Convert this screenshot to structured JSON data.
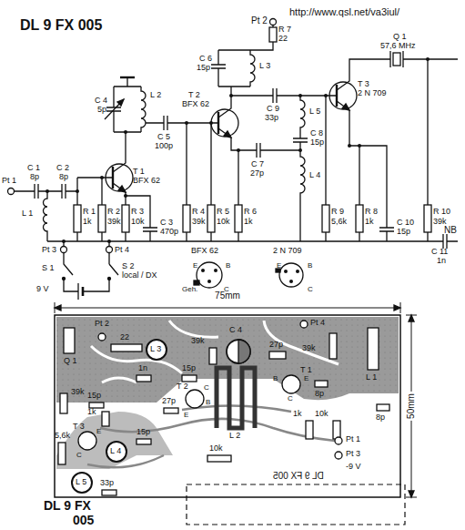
{
  "diagram": {
    "title": "DL 9 FX 005",
    "labels": [
      "http://www.qsl.net/va3iul/",
      "Pt 2",
      "R 7",
      "22",
      "L 3",
      "C 6",
      "15p",
      "C 4",
      "5p",
      "L 2",
      "T 2",
      "BFX 62",
      "C 5",
      "100p",
      "C 9",
      "33p",
      "L 5",
      "T 3",
      "2 N 709",
      "Q 1",
      "57,6 MHz",
      "Pt 1",
      "C 1",
      "8p",
      "C 2",
      "8p",
      "T 1",
      "BFX 62",
      "C 8",
      "15p",
      "L 4",
      "C 7",
      "27p",
      "R 1",
      "1k",
      "R 2",
      "39k",
      "C 3",
      "470p",
      "R 3",
      "10k",
      "R 4",
      "39k",
      "R 5",
      "10k",
      "R 6",
      "1k",
      "C 10",
      "15p",
      "R 8",
      "1k",
      "R 9",
      "5,6k",
      "R 10",
      "39k",
      "C 11",
      "1n",
      "NB",
      "L 1",
      "Pt 3",
      "Pt 4",
      "S 1",
      "S 2",
      "local / DX",
      "9 V",
      "BFX 62",
      "E",
      "B",
      "Geh.",
      "C",
      "2 N 709",
      "E",
      "B",
      "C",
      "75mm",
      "50mm",
      "Pt 2",
      "22",
      "L 3",
      "39k",
      "C 4",
      "27p",
      "Pt 4",
      "39k",
      "L 1",
      "Q 1",
      "1n",
      "15p",
      "T 1",
      "B",
      "C",
      "E",
      "8p",
      "8p",
      "39k",
      "15p",
      "27p",
      "T 2",
      "C",
      "B",
      "E",
      "1k",
      "1k",
      "10k",
      "5,6k",
      "T 3",
      "E",
      "C",
      "L 4",
      "15p",
      "10k",
      "L 2",
      "Pt 1",
      "Pt 3",
      "-9 V",
      "33p",
      "L 5",
      "DL 9 FX 005",
      "DL 9 FX",
      "005"
    ]
  }
}
